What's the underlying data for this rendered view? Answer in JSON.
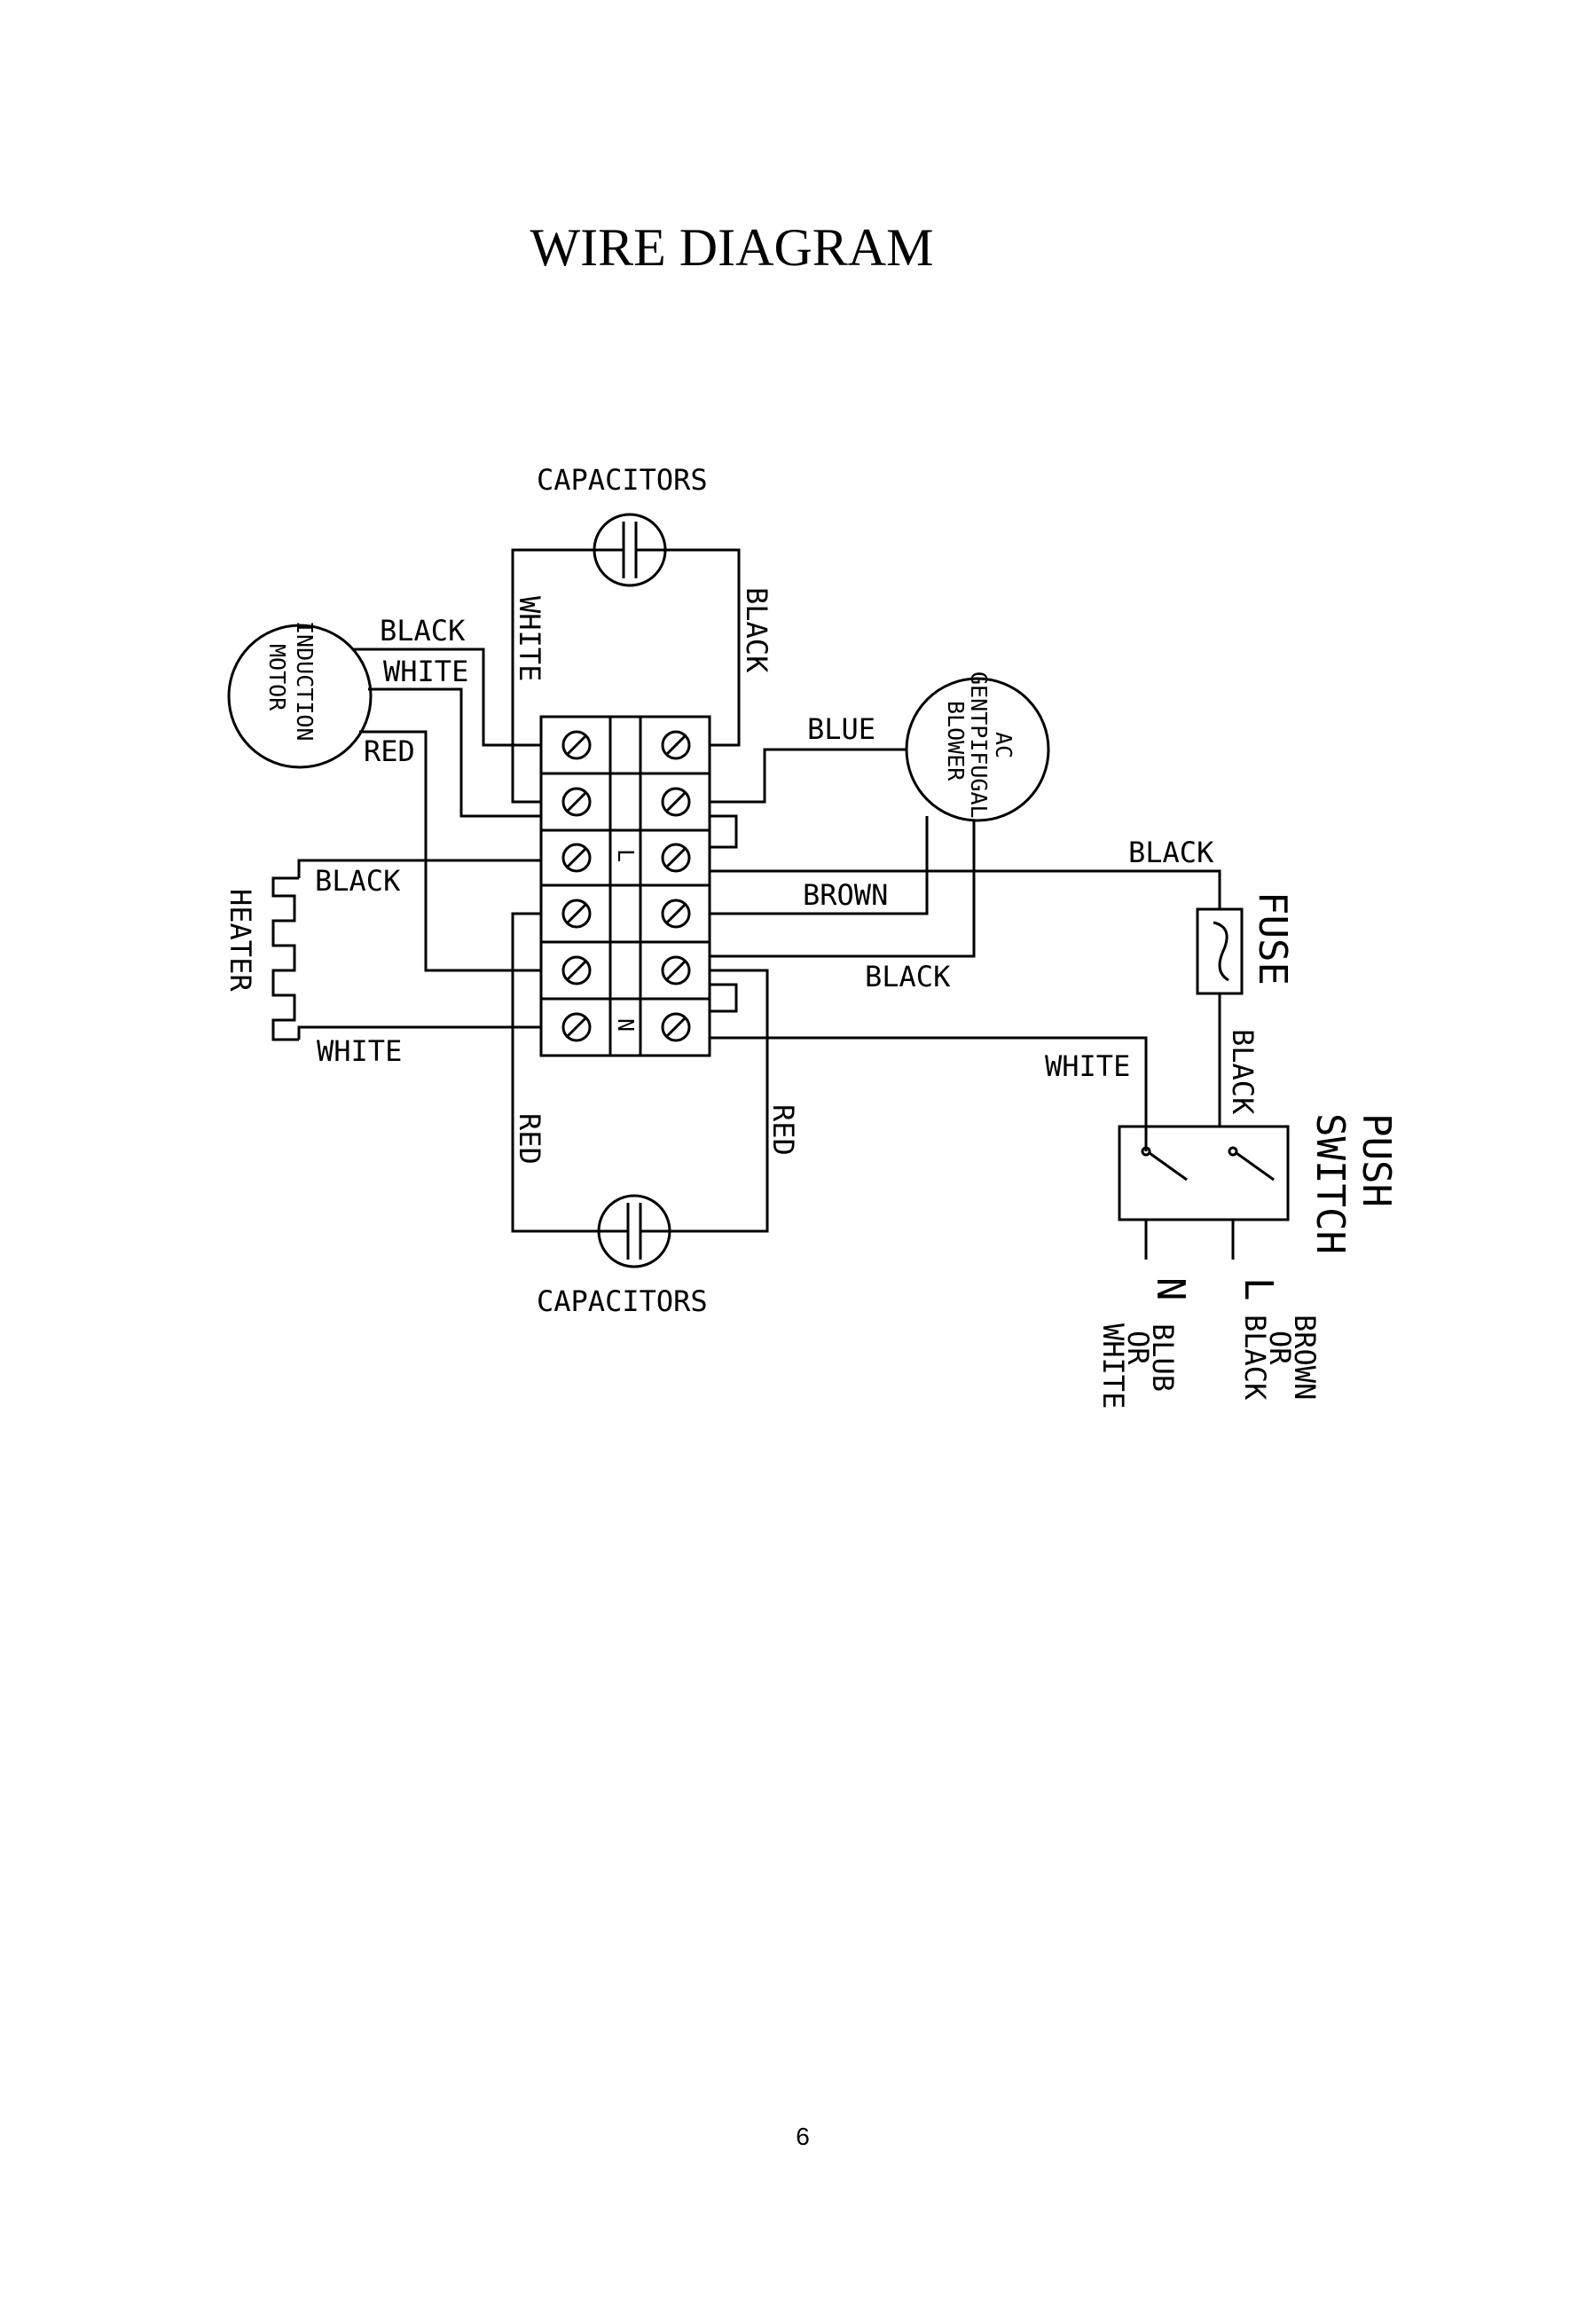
{
  "title": "WIRE DIAGRAM",
  "page_number": "6",
  "components": {
    "capacitors_top": "CAPACITORS",
    "capacitors_bottom": "CAPACITORS",
    "induction_motor": [
      "INDUCTION",
      "MOTOR"
    ],
    "blower": [
      "AC",
      "GENTPIFUGAL",
      "BLOWER"
    ],
    "heater": "HEATER",
    "fuse": "FUSE",
    "push_switch": [
      "PUSH",
      "SWITCH"
    ]
  },
  "terminal_labels": {
    "live": "L",
    "neutral": "N"
  },
  "wires": {
    "black_motor": "BLACK",
    "white_motor": "WHITE",
    "red_motor": "RED",
    "white_cap_top": "WHITE",
    "black_cap_top": "BLACK",
    "blue": "BLUE",
    "black_heater": "BLACK",
    "white_heater": "WHITE",
    "black_fuse": "BLACK",
    "brown": "BROWN",
    "black_blower": "BLACK",
    "white_switch": "WHITE",
    "black_switch": "BLACK",
    "red_cap_left": "RED",
    "red_cap_right": "RED"
  },
  "supply": {
    "n_terminal": "N",
    "l_terminal": "L",
    "n_caption": [
      "BLUB",
      "OR",
      "WHITE"
    ],
    "l_caption": [
      "BROWN",
      "OR",
      "BLACK"
    ]
  }
}
